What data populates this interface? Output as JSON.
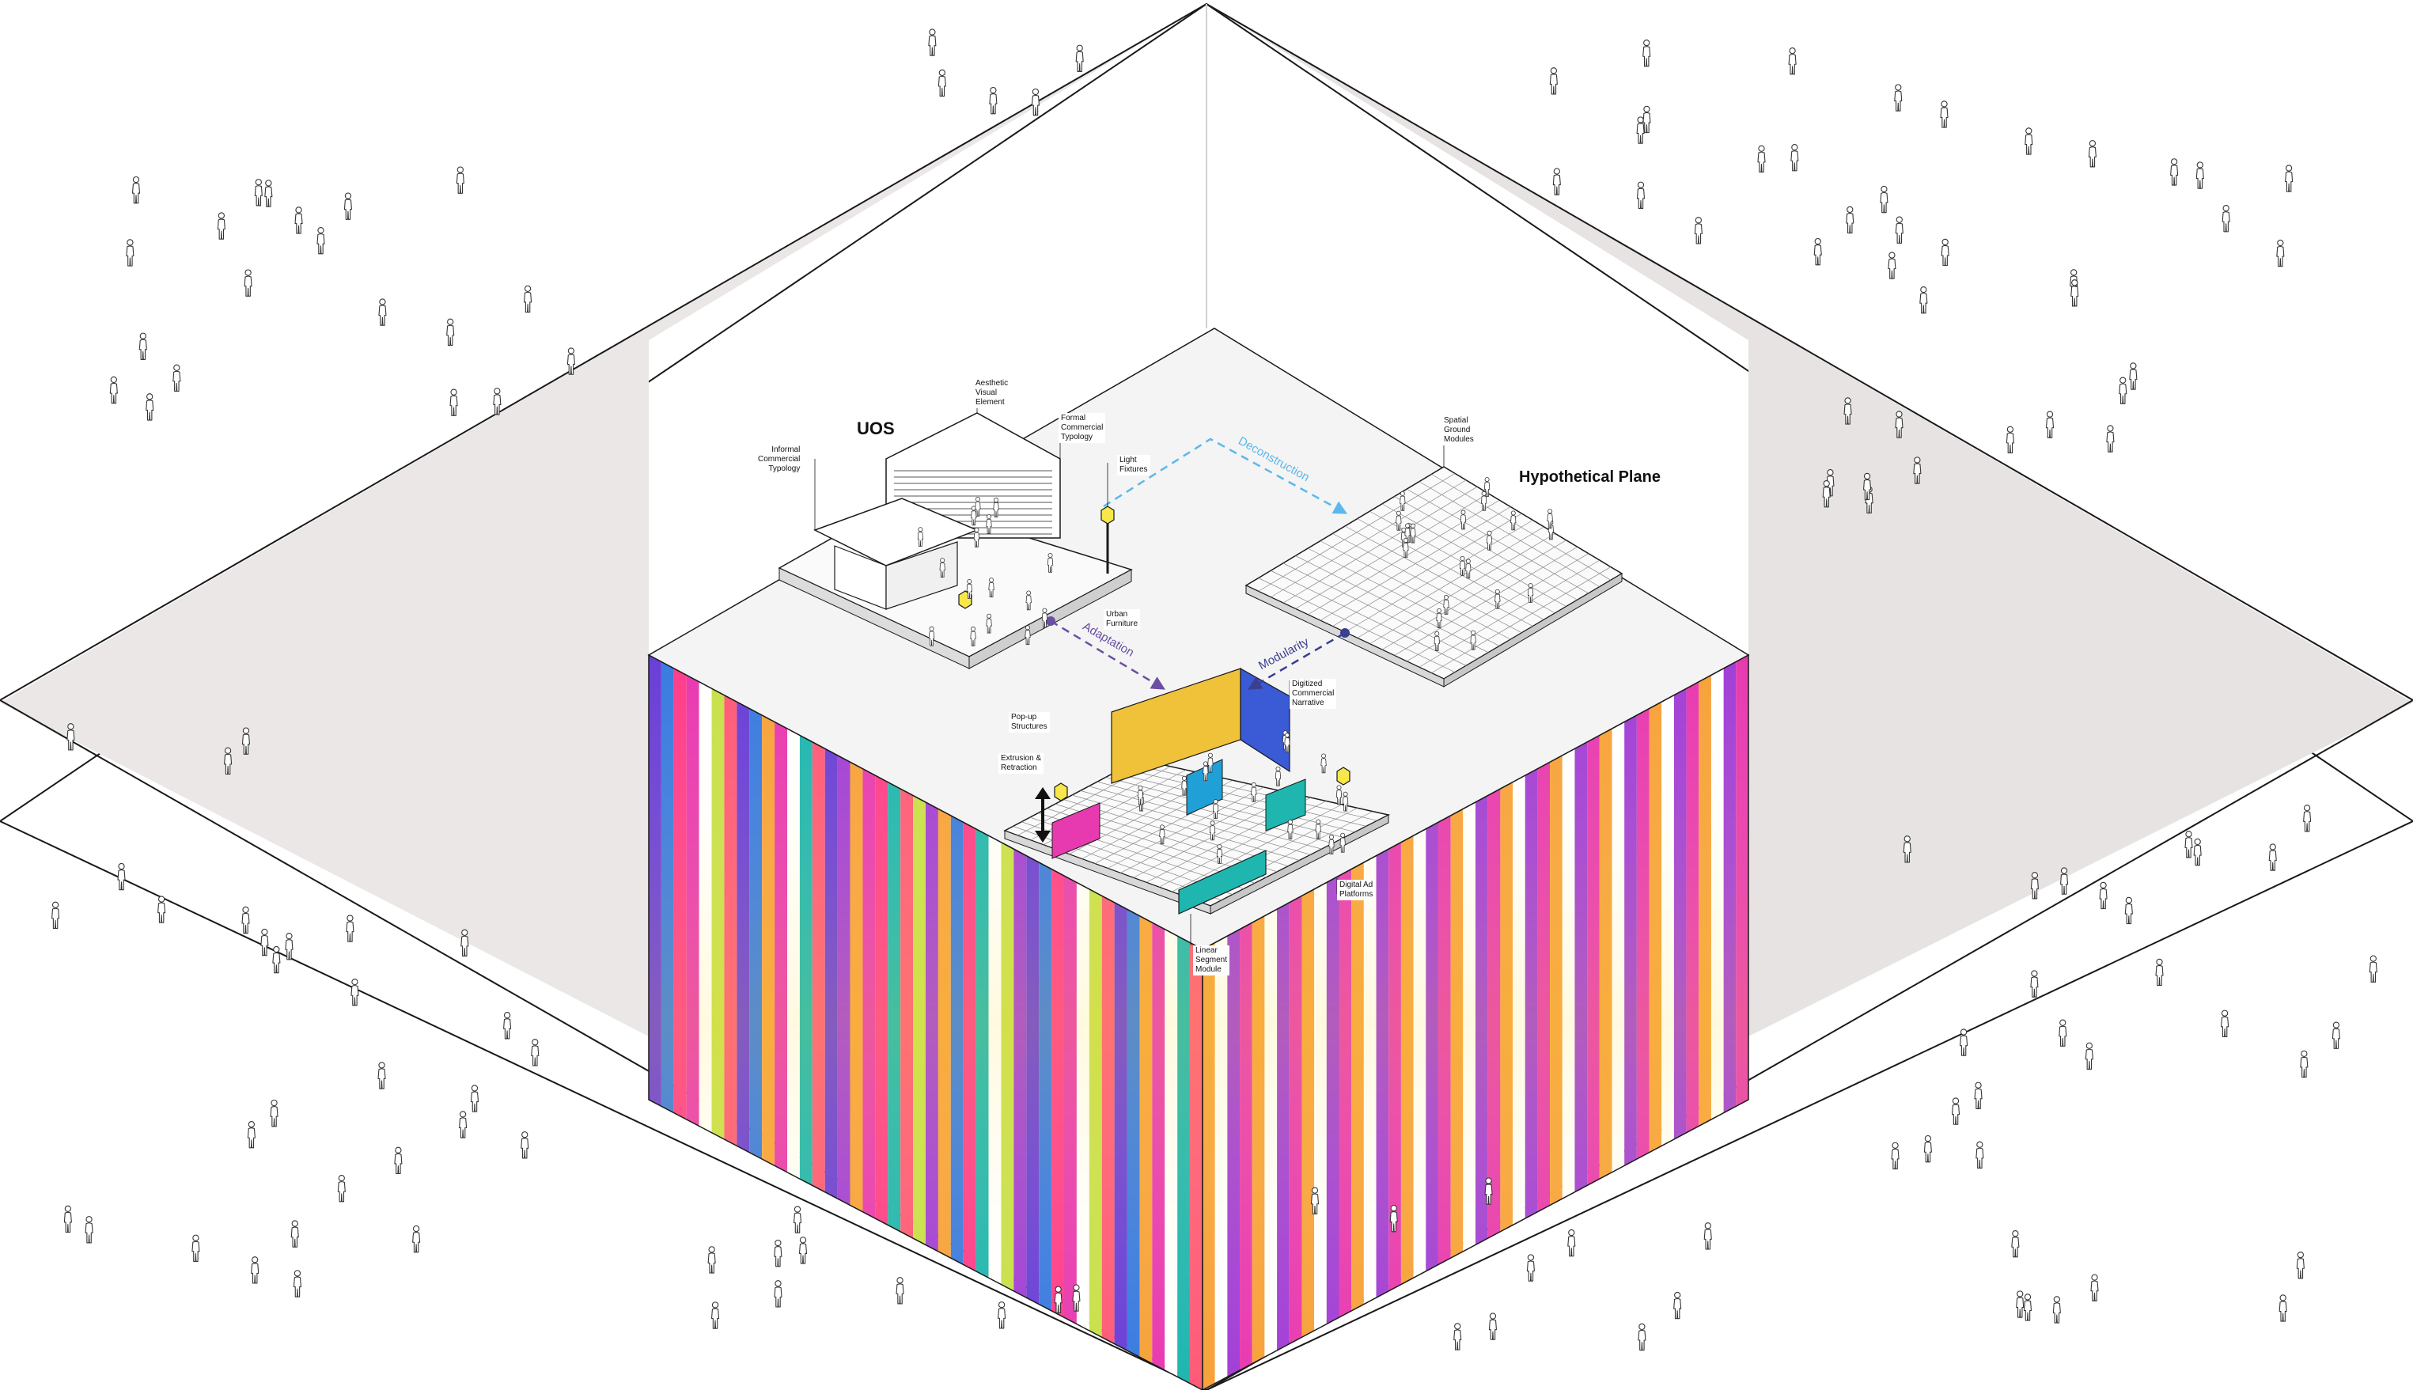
{
  "labels": {
    "uos": "UOS",
    "hypothetical_plane": "Hypothetical Plane",
    "deconstruction": "Deconstruction",
    "adaptation": "Adaptation",
    "modularity": "Modularity",
    "aesthetic_visual_element": [
      "Aesthetic",
      "Visual",
      "Element"
    ],
    "formal_commercial_typology": [
      "Formal",
      "Commercial",
      "Typology"
    ],
    "informal_commercial_typology": [
      "Informal",
      "Commercial",
      "Typology"
    ],
    "light_fixtures": [
      "Light",
      "Fixtures"
    ],
    "urban_furniture": [
      "Urban",
      "Furniture"
    ],
    "spatial_ground_modules": [
      "Spatial",
      "Ground",
      "Modules"
    ],
    "digitized_commercial_narrative": [
      "Digitized",
      "Commercial",
      "Narrative"
    ],
    "popup_structures": [
      "Pop-up",
      "Structures"
    ],
    "extrusion_retraction": [
      "Extrusion &",
      "Retraction"
    ],
    "digital_ad_platforms": [
      "Digital Ad",
      "Platforms"
    ],
    "linear_segment_module": [
      "Linear",
      "Segment",
      "Module"
    ]
  },
  "colors": {
    "plane_fill": "#ebe8e7",
    "plane_stroke": "#1a1a1a",
    "deconstruction_arrow": "#5bb8ea",
    "adaptation_arrow": "#6a4fa3",
    "modularity_arrow": "#3a3f8f",
    "stripe_palette": [
      "#6a3fd6",
      "#e83ab0",
      "#ff5a78",
      "#f7a23a",
      "#1fb6b0",
      "#a23fd6",
      "#ff3d8a",
      "#c8e04a",
      "#3a7be0",
      "#ffffff"
    ]
  },
  "icons": {
    "people": "person-figure-icon",
    "vertical_arrows": "up-down-arrow-icon",
    "lamp": "hexagon-lamp-icon"
  }
}
